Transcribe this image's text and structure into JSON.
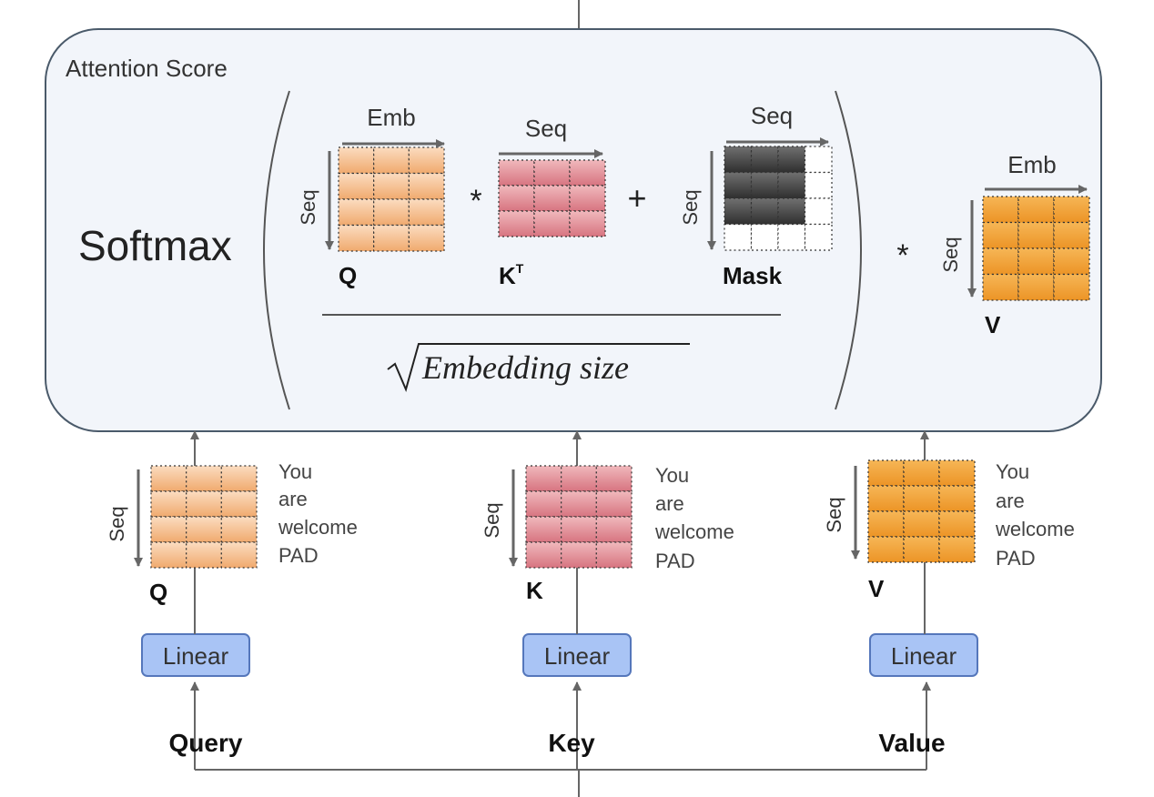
{
  "box": {
    "title": "Attention Score",
    "softmax": "Softmax",
    "emb_label": "Emb",
    "seq_label": "Seq",
    "op_multiply": "*",
    "op_plus": "+",
    "q_label": "Q",
    "k_label": "K",
    "k_superscript": "T",
    "mask_label": "Mask",
    "v_label": "V",
    "denominator": "Embedding size"
  },
  "inputs": [
    {
      "matrix_label": "Q",
      "seq_label": "Seq",
      "tokens": [
        "You",
        "are",
        "welcome",
        "PAD"
      ],
      "linear_label": "Linear",
      "input_label": "Query"
    },
    {
      "matrix_label": "K",
      "seq_label": "Seq",
      "tokens": [
        "You",
        "are",
        "welcome",
        "PAD"
      ],
      "linear_label": "Linear",
      "input_label": "Key"
    },
    {
      "matrix_label": "V",
      "seq_label": "Seq",
      "tokens": [
        "You",
        "are",
        "welcome",
        "PAD"
      ],
      "linear_label": "Linear",
      "input_label": "Value"
    }
  ],
  "colors": {
    "box_fill": "#f2f5fa",
    "box_stroke": "#4a5a6a",
    "q_cell": "#f7c08e",
    "k_cell": "#e08a92",
    "v_cell": "#f2a23a",
    "mask_cell": "#4a4a4a",
    "linear_fill": "#a9c4f5",
    "linear_stroke": "#5577bb",
    "line": "#666666"
  }
}
